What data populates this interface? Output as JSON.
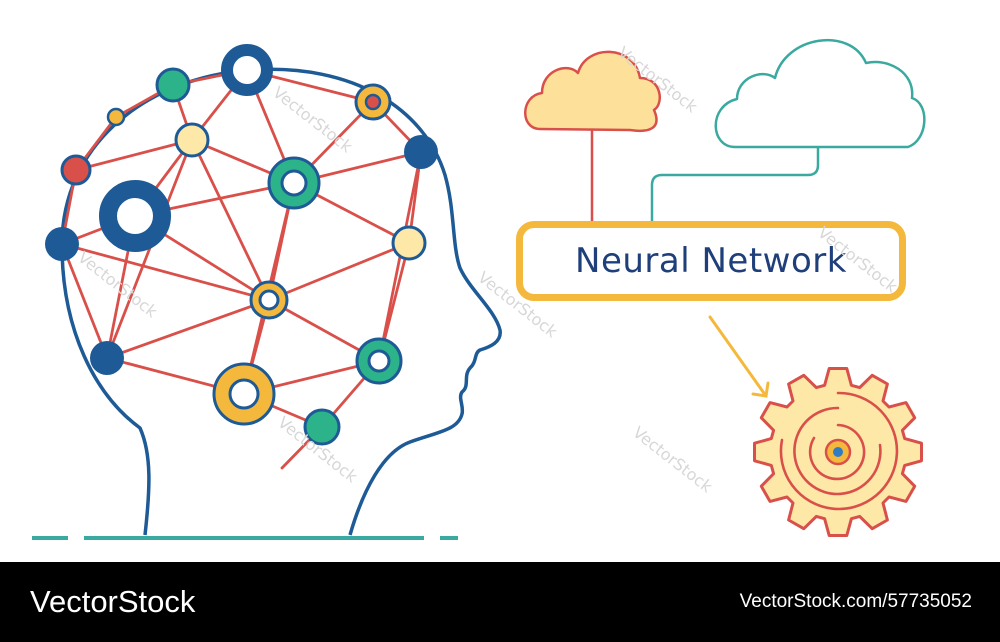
{
  "label": "Neural Network",
  "watermark": "VectorStock",
  "footer": {
    "brand": "VectorStock",
    "image_id": "VectorStock.com/57735052"
  },
  "colors": {
    "navy": "#1d5a96",
    "red": "#d9504a",
    "teal": "#2db38a",
    "yellow": "#f4b93c",
    "cream": "#fde8a8",
    "tealLine": "#3aa9a0"
  },
  "icons": [
    "head-silhouette-icon",
    "cloud-icon",
    "gear-icon",
    "arrow-icon"
  ]
}
